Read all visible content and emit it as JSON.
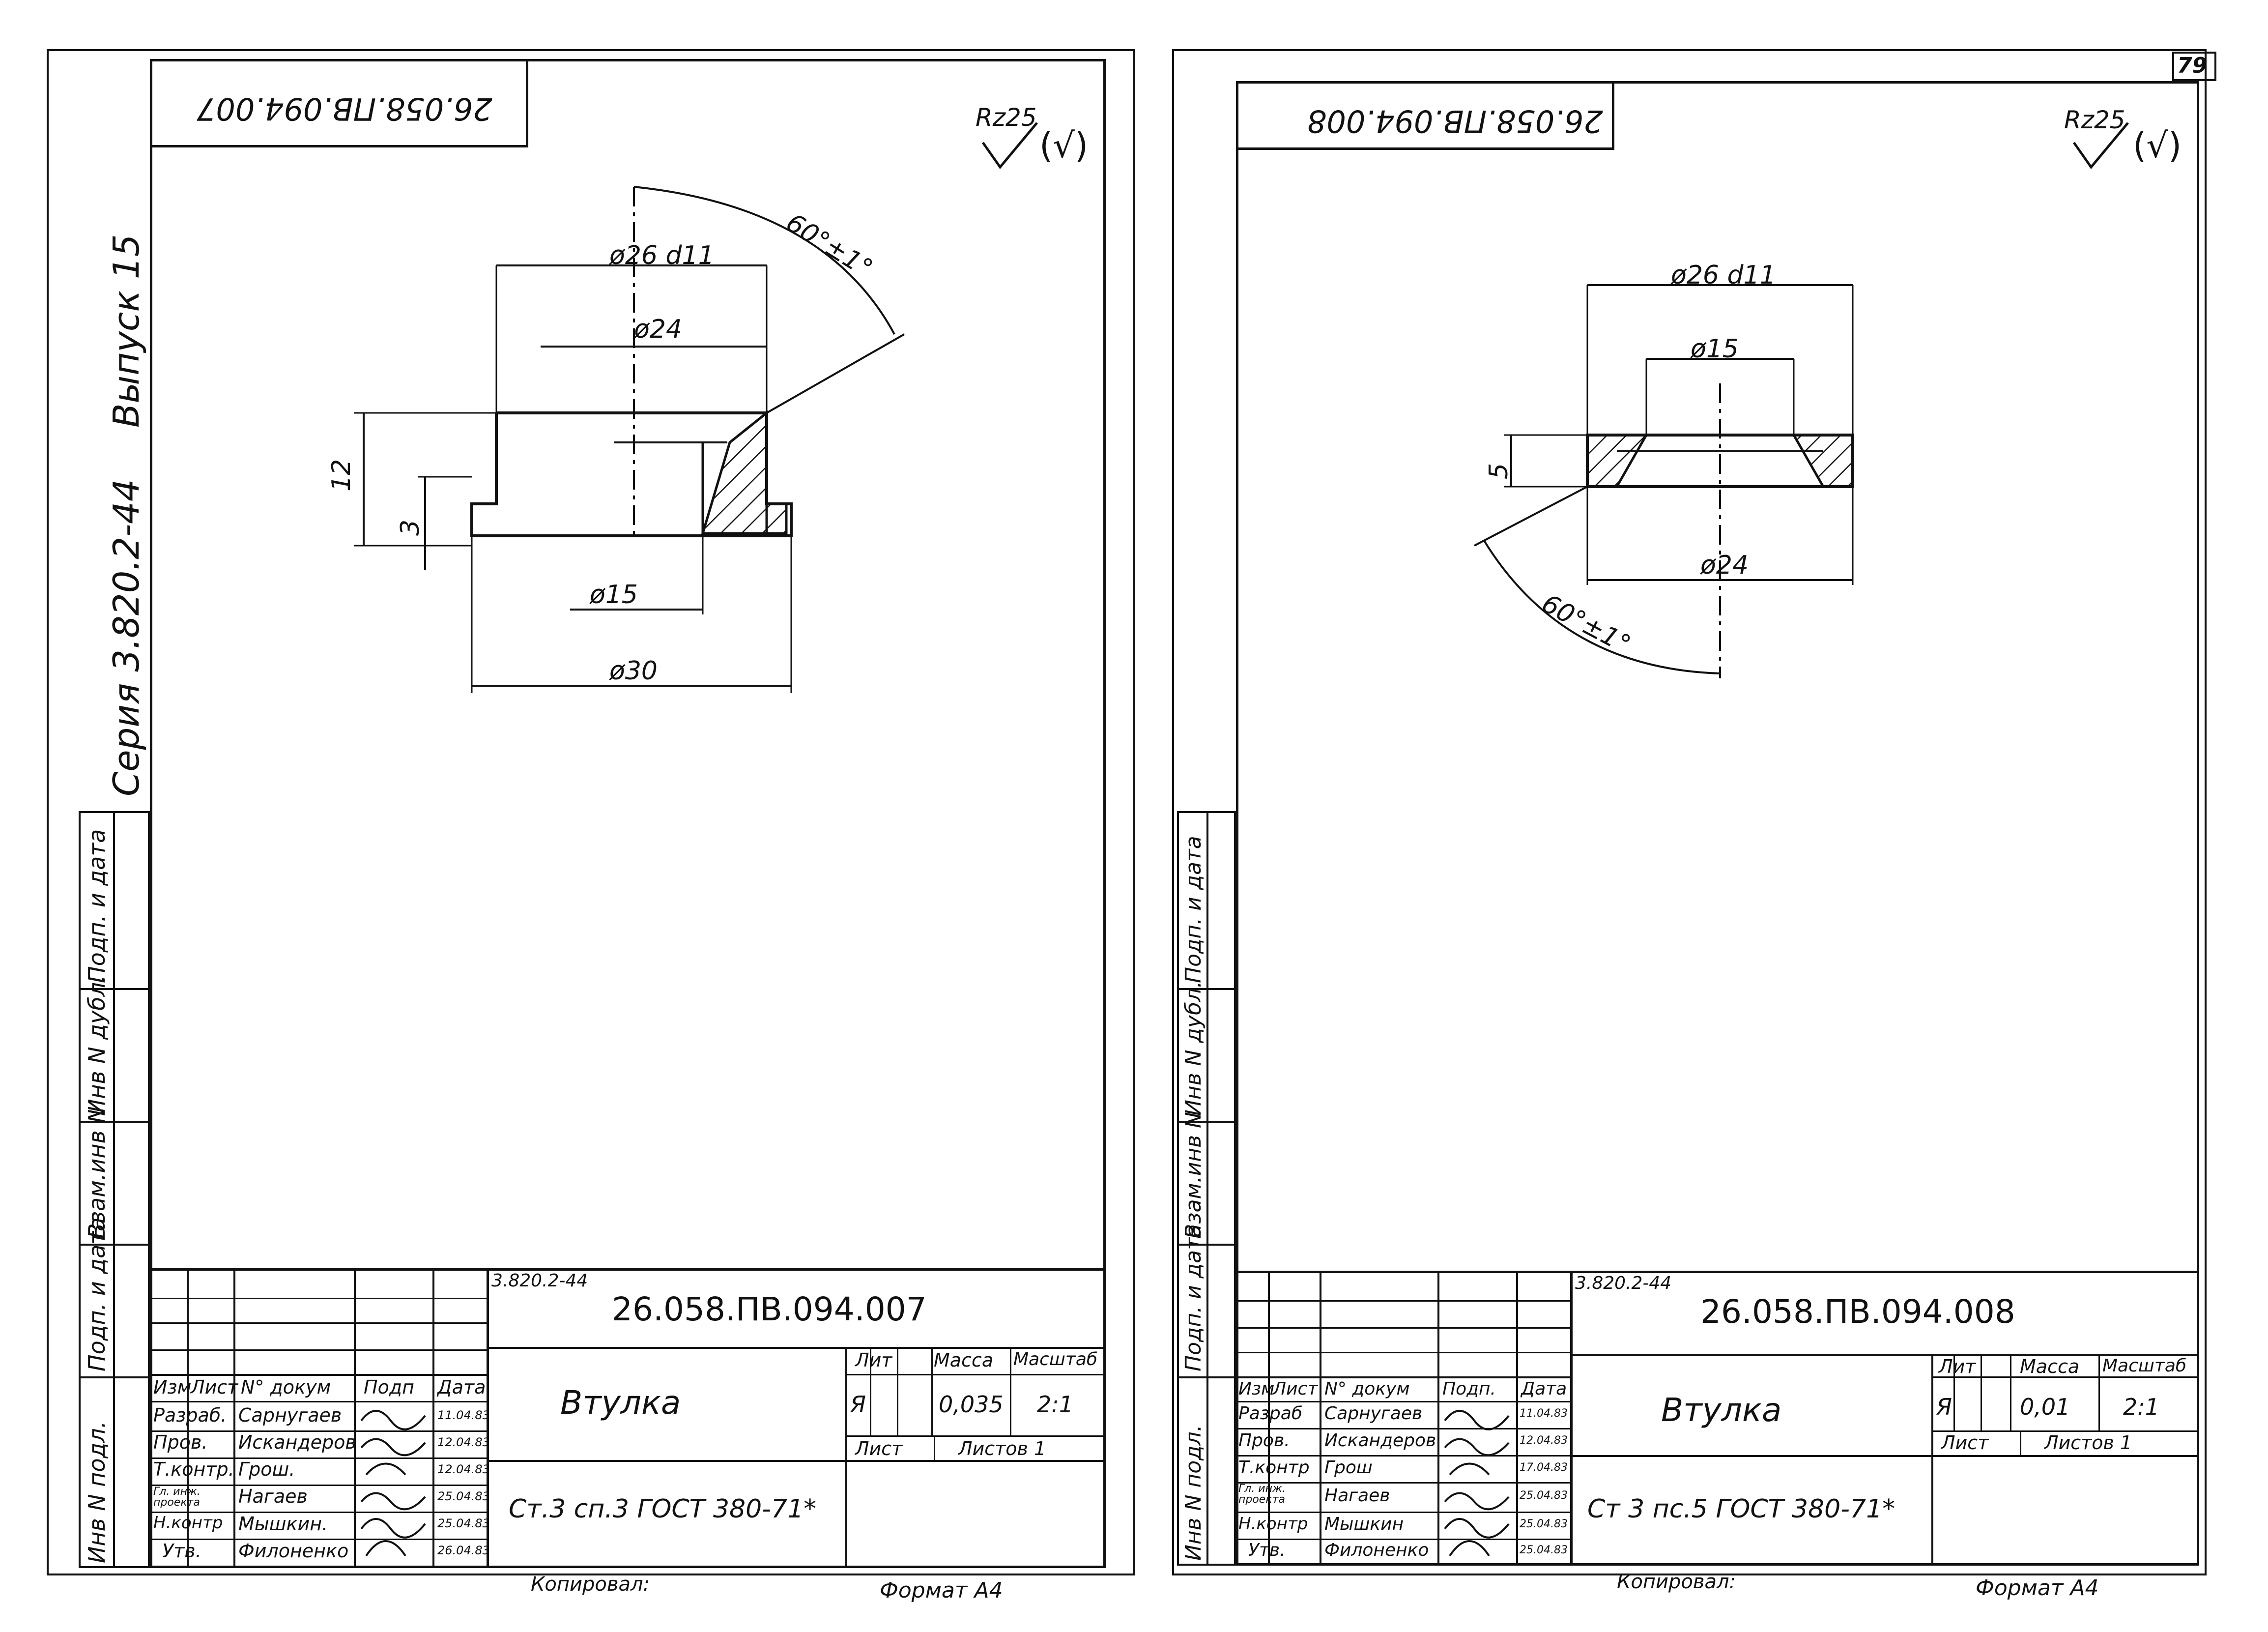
{
  "page_number": "79",
  "series_text": "Серия 3.820.2-44",
  "issue_text": "Выпуск 15",
  "copied_by_label": "Копировал:",
  "format_label": "Формат А4",
  "side_stamp": [
    "Инв N подл.",
    "Подп. и дата",
    "Взам.инв N",
    "Инв N дубл.",
    "Подп. и дата"
  ],
  "sheets": [
    {
      "doc_code_rotated": "26.058.ПВ.094.007",
      "roughness": {
        "label": "Rz25",
        "suffix": "(√)"
      },
      "dims": {
        "d_outer_fit": "ø26 d11",
        "d_24": "ø24",
        "d_15": "ø15",
        "d_30": "ø30",
        "h_12": "12",
        "h_3": "3",
        "angle": "60°±1°"
      },
      "title_block": {
        "series": "3.820.2-44",
        "doc_code": "26.058.ПВ.094.007",
        "name": "Втулка",
        "material": "Ст.3 сп.3 ГОСТ 380-71*",
        "lit_header": "Лит",
        "mass_header": "Масса",
        "scale_header": "Масштаб",
        "lit": "Я",
        "mass": "0,035",
        "scale": "2:1",
        "sheet_label": "Лист",
        "sheets_label": "Листов 1",
        "header_cols": [
          "Изм",
          "Лист",
          "N° докум",
          "Подп",
          "Дата"
        ],
        "signers": [
          {
            "role": "Разраб.",
            "name": "Сарнугаев",
            "date": "11.04.83"
          },
          {
            "role": "Пров.",
            "name": "Искандеров",
            "date": "12.04.83"
          },
          {
            "role": "Т.контр.",
            "name": "Грош.",
            "date": "12.04.83"
          },
          {
            "role": "Гл. инж. проекта",
            "name": "Нагаев",
            "date": "25.04.83"
          },
          {
            "role": "Н.контр",
            "name": "Мышкин.",
            "date": "25.04.83"
          },
          {
            "role": "Утв.",
            "name": "Филоненко",
            "date": "26.04.83"
          }
        ]
      }
    },
    {
      "doc_code_rotated": "26.058.ПВ.094.008",
      "roughness": {
        "label": "Rz25",
        "suffix": "(√)"
      },
      "dims": {
        "d_outer_fit": "ø26 d11",
        "d_15": "ø15",
        "d_24": "ø24",
        "h_5": "5",
        "angle": "60°±1°"
      },
      "title_block": {
        "series": "3.820.2-44",
        "doc_code": "26.058.ПВ.094.008",
        "name": "Втулка",
        "material": "Ст 3 пс.5 ГОСТ 380-71*",
        "lit_header": "Лит",
        "mass_header": "Масса",
        "scale_header": "Масштаб",
        "lit": "Я",
        "mass": "0,01",
        "scale": "2:1",
        "sheet_label": "Лист",
        "sheets_label": "Листов 1",
        "header_cols": [
          "Изм",
          "Лист",
          "N° докум",
          "Подп.",
          "Дата"
        ],
        "signers": [
          {
            "role": "Разраб",
            "name": "Сарнугаев",
            "date": "11.04.83"
          },
          {
            "role": "Пров.",
            "name": "Искандеров",
            "date": "12.04.83"
          },
          {
            "role": "Т.контр",
            "name": "Грош",
            "date": "17.04.83"
          },
          {
            "role": "Гл. инж. проекта",
            "name": "Нагаев",
            "date": "25.04.83"
          },
          {
            "role": "Н.контр",
            "name": "Мышкин",
            "date": "25.04.83"
          },
          {
            "role": "Утв.",
            "name": "Филоненко",
            "date": "25.04.83"
          }
        ]
      }
    }
  ]
}
